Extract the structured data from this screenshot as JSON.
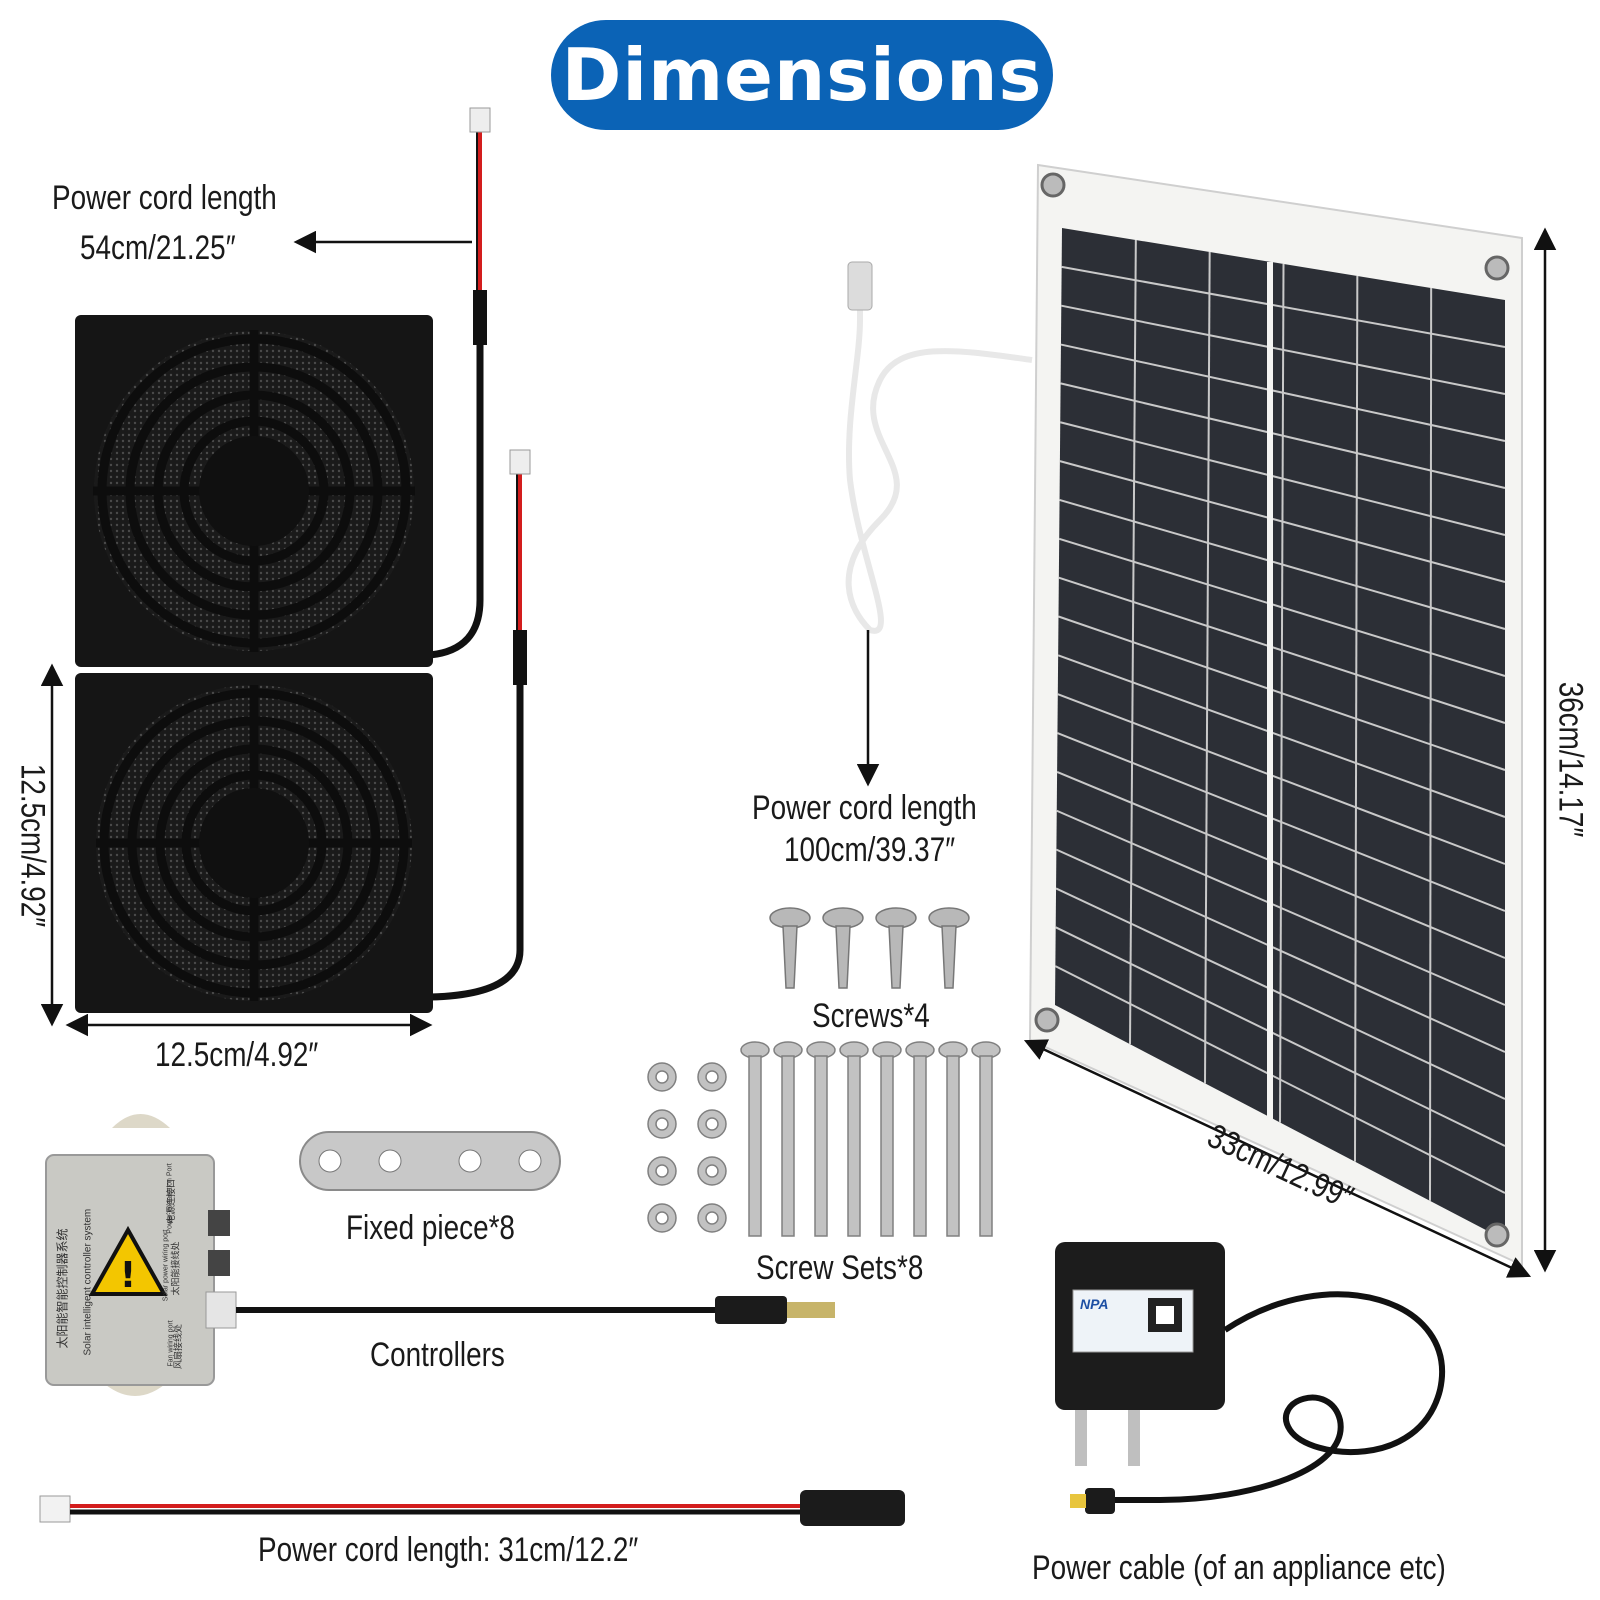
{
  "title": "Dimensions",
  "colors": {
    "title_pill": "#0b63b6",
    "fan_body": "#151515",
    "panel_cell": "#2c2f36",
    "panel_frame": "#f4f4f2",
    "controller_body": "#c9c9c4",
    "warning_yellow": "#f3c600",
    "wire_red": "#d31d1d",
    "wire_black": "#111111"
  },
  "labels": {
    "fan_cord_line1": "Power cord length",
    "fan_cord_line2": "54cm/21.25″",
    "fan_height": "12.5cm/4.92″",
    "fan_width": "12.5cm/4.92″",
    "panel_cord_line1": "Power cord length",
    "panel_cord_line2": "100cm/39.37″",
    "panel_height": "36cm/14.17″",
    "panel_width": "33cm/12.99″",
    "screws": "Screws*4",
    "screw_sets": "Screw Sets*8",
    "fixed_piece": "Fixed piece*8",
    "controllers": "Controllers",
    "bottom_cord": "Power cord length:  31cm/12.2″",
    "power_cable": "Power cable (of an appliance etc)"
  },
  "controller_print": {
    "cn_title": "太阳能智能控制器系统",
    "en_title": "Solar intelligent controller system",
    "port_power_cn": "电源连接口",
    "port_power_en": "Power connection Port",
    "port_solar_cn": "太阳能接线处",
    "port_solar_en": "Solar power wiring port",
    "port_fan_cn": "风扇接线处",
    "port_fan_en": "Fan wiring port"
  },
  "adapter_print": {
    "brand": "NPA"
  }
}
